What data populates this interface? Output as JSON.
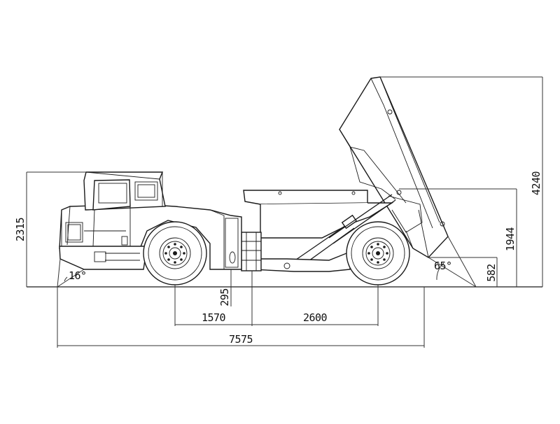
{
  "drawing": {
    "dimensions": {
      "overall_length": "7575",
      "front_overhang": "1570",
      "wheelbase": "2600",
      "ground_clearance": "295",
      "height": "2315",
      "dump_height": "4240",
      "body_pivot_height": "1944",
      "rear_clearance": "582"
    },
    "angles": {
      "approach_angle": "16°",
      "dump_angle": "65°"
    }
  }
}
